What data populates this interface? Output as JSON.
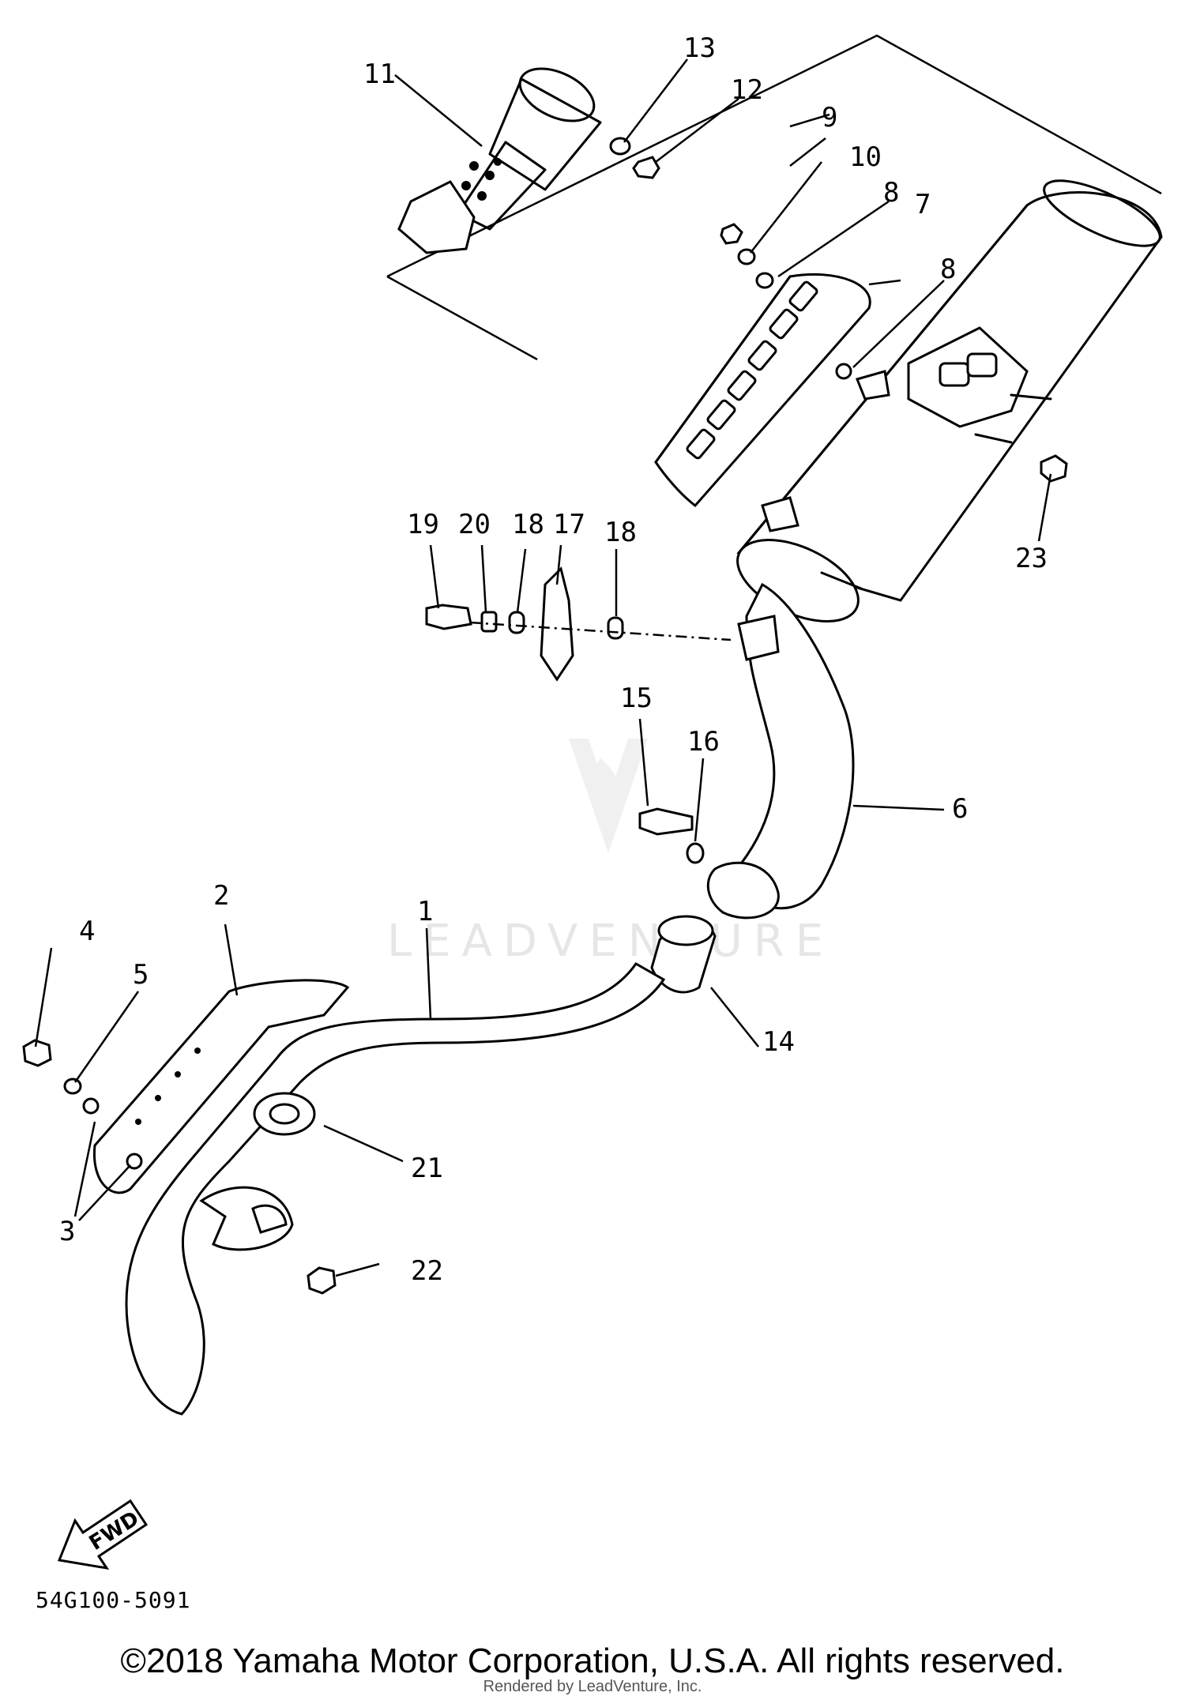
{
  "diagram": {
    "part_labels": [
      "1",
      "2",
      "3",
      "4",
      "5",
      "6",
      "7",
      "8",
      "9",
      "10",
      "11",
      "12",
      "13",
      "14",
      "15",
      "16",
      "17",
      "18",
      "19",
      "20",
      "21",
      "22",
      "23"
    ],
    "second_8": "8",
    "second_18": "18",
    "fwd": "FWD",
    "drawing_code": "54G100-5091",
    "watermark": "LEADVENTURE"
  },
  "footer": {
    "copyright": "©2018 Yamaha Motor Corporation, U.S.A. All rights reserved.",
    "rendered_by": "Rendered by LeadVenture, Inc."
  }
}
